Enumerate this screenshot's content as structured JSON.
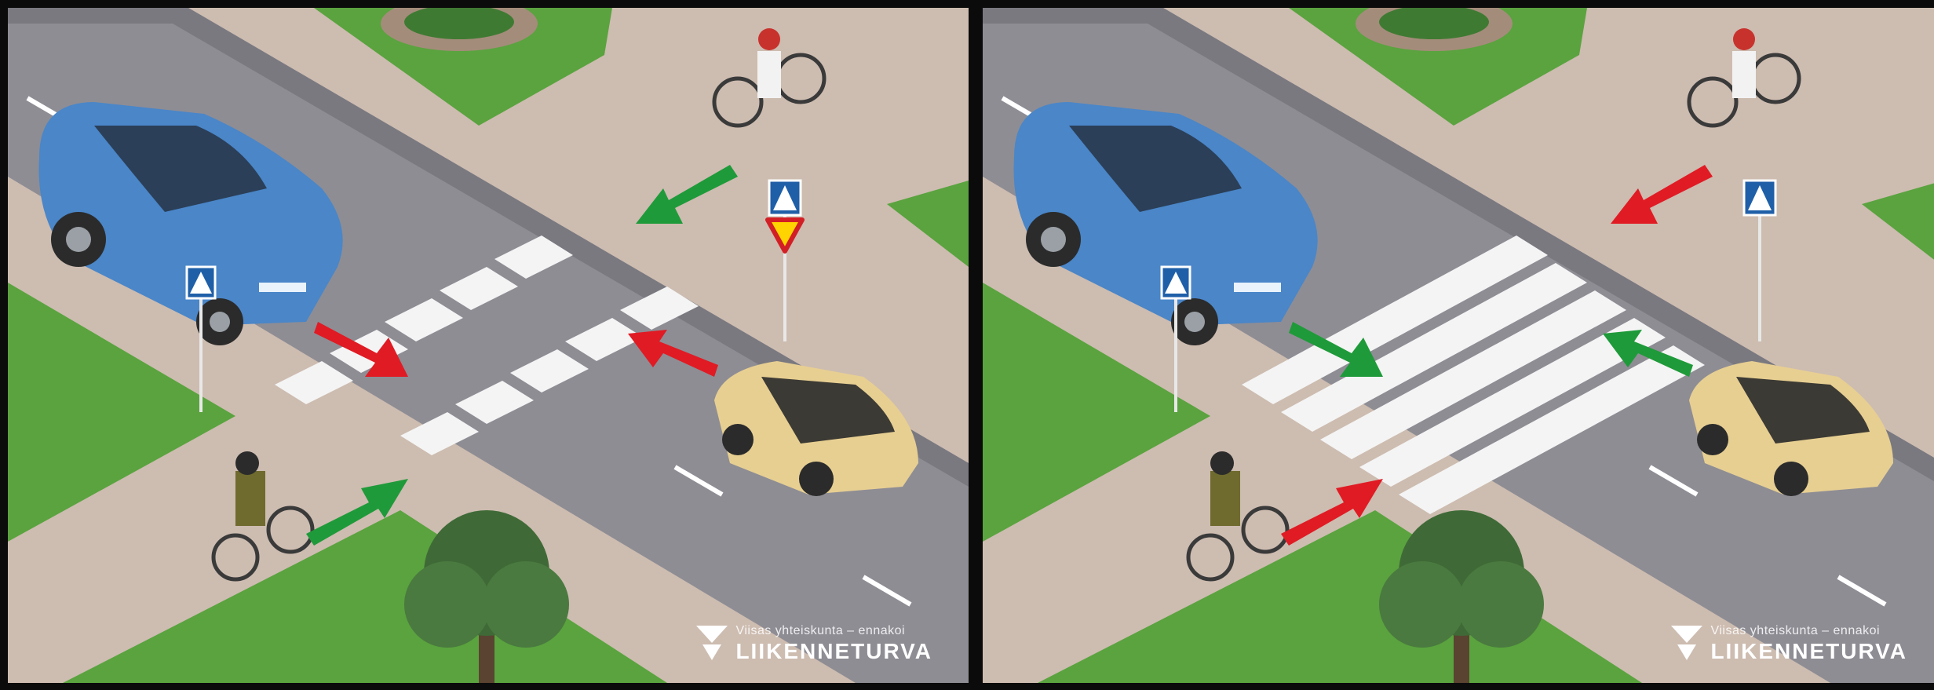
{
  "panels": [
    {
      "id": "left",
      "yield_sign": true,
      "arrows": {
        "car_left": "#e01b24",
        "car_right": "#e01b24",
        "cyclist_top": "#1f9a3a",
        "cyclist_bottom": "#1f9a3a"
      },
      "logo": {
        "tagline": "Viisas yhteiskunta – ennakoi",
        "name": "LIIKENNETURVA"
      }
    },
    {
      "id": "right",
      "yield_sign": false,
      "arrows": {
        "car_left": "#1f9a3a",
        "car_right": "#1f9a3a",
        "cyclist_top": "#e01b24",
        "cyclist_bottom": "#e01b24"
      },
      "logo": {
        "tagline": "Viisas yhteiskunta – ennakoi",
        "name": "LIIKENNETURVA"
      }
    }
  ]
}
